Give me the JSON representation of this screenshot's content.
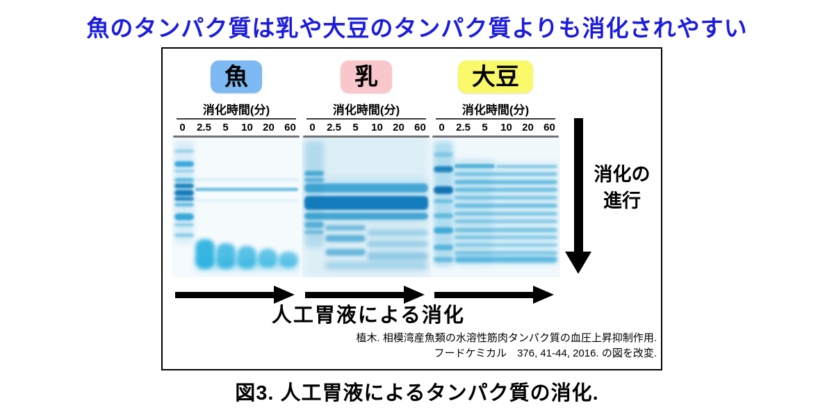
{
  "title": {
    "text": "魚のタンパク質は乳や大豆のタンパク質よりも消化されやすい",
    "color": "#1c1ce0"
  },
  "figure": {
    "panels": [
      {
        "id": "fish",
        "label": "魚",
        "label_bg": "#7db9f2",
        "time_header": "消化時間(分)",
        "ticks": [
          "0",
          "2.5",
          "5",
          "10",
          "20",
          "60"
        ],
        "gel": {
          "bg": "#f5fafd",
          "band_color": "#0f97d2",
          "bands": [
            {
              "l0": 0,
              "y": 4,
              "h": 72,
              "a": 0.12,
              "b": 4
            },
            {
              "l0": 0,
              "y": 10,
              "h": 2.5,
              "a": 0.3
            },
            {
              "l0": 0,
              "y": 18,
              "h": 4,
              "a": 0.8
            },
            {
              "l0": 0,
              "y": 24,
              "h": 2,
              "a": 0.35
            },
            {
              "l0": 0,
              "y": 30,
              "h": 3,
              "a": 0.6
            },
            {
              "l0": 0,
              "y": 34,
              "h": 3.5,
              "a": 0.9,
              "c": "#0a77b8"
            },
            {
              "l0": 0,
              "y": 38,
              "h": 4.5,
              "a": 0.95,
              "c": "#0a77b8"
            },
            {
              "l0": 0,
              "y": 43,
              "h": 3,
              "a": 0.85,
              "c": "#0a77b8"
            },
            {
              "l0": 0,
              "y": 47.5,
              "h": 2.5,
              "a": 0.6
            },
            {
              "l0": 0,
              "y": 55,
              "h": 5,
              "a": 0.8
            },
            {
              "l0": 0,
              "y": 62,
              "h": 2,
              "a": 0.35
            },
            {
              "l0": 0,
              "y": 69,
              "h": 2.5,
              "a": 0.4
            },
            {
              "l0": 1,
              "l1": 5,
              "y": 37,
              "h": 2.2,
              "a": 0.55,
              "b": 1
            },
            {
              "l0": 1,
              "l1": 5,
              "y": 30.5,
              "h": 1.6,
              "a": 0.14
            },
            {
              "l0": 1,
              "l1": 5,
              "y": 45,
              "h": 1.6,
              "a": 0.1
            },
            {
              "l0": 1,
              "l1": 5,
              "y": 87,
              "h": 8,
              "a": 0.3,
              "b": 5,
              "c": "#18abdd"
            },
            {
              "l0": 1,
              "y": 73,
              "h": 21,
              "a": 0.85,
              "b": 3,
              "c": "#18abdd",
              "r": 12
            },
            {
              "l0": 2,
              "y": 76,
              "h": 18,
              "a": 0.75,
              "b": 3,
              "c": "#18abdd",
              "r": 12
            },
            {
              "l0": 3,
              "y": 78,
              "h": 16,
              "a": 0.7,
              "b": 3,
              "c": "#18abdd",
              "r": 12
            },
            {
              "l0": 4,
              "y": 80,
              "h": 13,
              "a": 0.65,
              "b": 3,
              "c": "#18abdd",
              "r": 12
            },
            {
              "l0": 5,
              "y": 82,
              "h": 11,
              "a": 0.6,
              "b": 3,
              "c": "#18abdd",
              "r": 12
            }
          ]
        }
      },
      {
        "id": "milk",
        "label": "乳",
        "label_bg": "#f8c6cb",
        "time_header": "消化時間(分)",
        "ticks": [
          "0",
          "2.5",
          "5",
          "10",
          "20",
          "60"
        ],
        "gel": {
          "bg": "#edf6fa",
          "band_color": "#0e8cc8",
          "bands": [
            {
              "l0": 0,
              "l1": 5,
              "y": 0,
              "h": 100,
              "a": 0.07,
              "b": 6
            },
            {
              "l0": 0,
              "y": 4,
              "h": 75,
              "a": 0.2,
              "b": 4
            },
            {
              "l0": 1,
              "l1": 5,
              "y": 30,
              "h": 32,
              "a": 0.12,
              "b": 5
            },
            {
              "l0": 0,
              "y": 25,
              "h": 3.5,
              "a": 0.65
            },
            {
              "l0": 0,
              "y": 30,
              "h": 3,
              "a": 0.55
            },
            {
              "l0": 0,
              "l1": 5,
              "y": 34,
              "h": 6,
              "a": 0.7
            },
            {
              "l0": 0,
              "l1": 5,
              "y": 42.5,
              "h": 10,
              "a": 0.95,
              "c": "#0b76ba"
            },
            {
              "l0": 0,
              "l1": 5,
              "y": 54.5,
              "h": 5,
              "a": 0.7
            },
            {
              "l0": 0,
              "y": 61,
              "h": 4,
              "a": 0.55
            },
            {
              "l0": 0,
              "y": 66.5,
              "h": 3,
              "a": 0.4
            },
            {
              "l0": 1,
              "l1": 2,
              "y": 63,
              "h": 4,
              "a": 0.5,
              "b": 2
            },
            {
              "l0": 1,
              "l1": 2,
              "y": 70,
              "h": 5,
              "a": 0.6,
              "b": 2
            },
            {
              "l0": 1,
              "l1": 2,
              "y": 80,
              "h": 5,
              "a": 0.55,
              "b": 2
            },
            {
              "l0": 3,
              "l1": 5,
              "y": 66,
              "h": 5,
              "a": 0.3,
              "b": 3
            },
            {
              "l0": 3,
              "l1": 5,
              "y": 74,
              "h": 5,
              "a": 0.32,
              "b": 3
            },
            {
              "l0": 3,
              "l1": 5,
              "y": 82,
              "h": 6,
              "a": 0.35,
              "b": 3
            },
            {
              "l0": 1,
              "l1": 5,
              "y": 89,
              "h": 5,
              "a": 0.3,
              "b": 4
            }
          ]
        }
      },
      {
        "id": "soy",
        "label": "大豆",
        "label_bg": "#f9f96a",
        "time_header": "消化時間(分)",
        "ticks": [
          "0",
          "2.5",
          "5",
          "10",
          "20",
          "60"
        ],
        "gel": {
          "bg": "#f1f9fc",
          "band_color": "#0f95cf",
          "bands": [
            {
              "l0": 0,
              "y": 4,
              "h": 88,
              "a": 0.28,
              "b": 4
            },
            {
              "l0": 1,
              "l1": 2,
              "y": 17,
              "h": 74,
              "a": 0.2,
              "b": 5
            },
            {
              "l0": 3,
              "l1": 5,
              "y": 19,
              "h": 72,
              "a": 0.12,
              "b": 5
            },
            {
              "l0": 0,
              "y": 12,
              "h": 3,
              "a": 0.3
            },
            {
              "l0": 0,
              "y": 21.5,
              "h": 4.5,
              "a": 0.85,
              "c": "#0a77b8"
            },
            {
              "l0": 0,
              "y": 36,
              "h": 5,
              "a": 0.95,
              "c": "#0a6fb0"
            },
            {
              "l0": 0,
              "y": 45,
              "h": 2.5,
              "a": 0.45
            },
            {
              "l0": 0,
              "y": 55,
              "h": 3.5,
              "a": 0.5
            },
            {
              "l0": 0,
              "y": 64.5,
              "h": 4.5,
              "a": 0.7
            },
            {
              "l0": 0,
              "y": 77,
              "h": 4,
              "a": 0.55
            },
            {
              "l0": 0,
              "y": 86,
              "h": 3,
              "a": 0.45
            },
            {
              "l0": 1,
              "l1": 2,
              "y": 20,
              "h": 3,
              "a": 0.6,
              "b": 1
            },
            {
              "l0": 3,
              "l1": 5,
              "y": 20.5,
              "h": 2.5,
              "a": 0.35,
              "b": 1
            },
            {
              "l0": 1,
              "l1": 5,
              "y": 26,
              "h": 2.5,
              "a": 0.45
            },
            {
              "l0": 1,
              "l1": 5,
              "y": 31.5,
              "h": 3,
              "a": 0.55
            },
            {
              "l0": 1,
              "l1": 5,
              "y": 37,
              "h": 2.5,
              "a": 0.5
            },
            {
              "l0": 1,
              "l1": 5,
              "y": 42.5,
              "h": 2.5,
              "a": 0.45
            },
            {
              "l0": 1,
              "l1": 5,
              "y": 48,
              "h": 3,
              "a": 0.5
            },
            {
              "l0": 1,
              "l1": 5,
              "y": 54,
              "h": 2.5,
              "a": 0.45
            },
            {
              "l0": 1,
              "l1": 5,
              "y": 59.5,
              "h": 2.5,
              "a": 0.4
            },
            {
              "l0": 1,
              "l1": 5,
              "y": 65,
              "h": 3,
              "a": 0.45
            },
            {
              "l0": 1,
              "l1": 5,
              "y": 70.5,
              "h": 2.5,
              "a": 0.4
            },
            {
              "l0": 1,
              "l1": 5,
              "y": 76,
              "h": 2.5,
              "a": 0.35
            },
            {
              "l0": 1,
              "l1": 5,
              "y": 81.5,
              "h": 3,
              "a": 0.4
            },
            {
              "l0": 1,
              "l1": 5,
              "y": 85.5,
              "h": 4,
              "a": 0.6,
              "b": 2
            }
          ]
        }
      }
    ],
    "digestion_arrow_label": "人工胃液による消化",
    "progress_arrow_label_line1": "消化の",
    "progress_arrow_label_line2": "進行",
    "citation_line1": "植木. 相模湾産魚類の水溶性筋肉タンパク質の血圧上昇抑制作用.",
    "citation_line2": "フードケミカル　376, 41-44, 2016. の図を改変."
  },
  "caption": {
    "text": "図3. 人工胃液によるタンパク質の消化."
  }
}
